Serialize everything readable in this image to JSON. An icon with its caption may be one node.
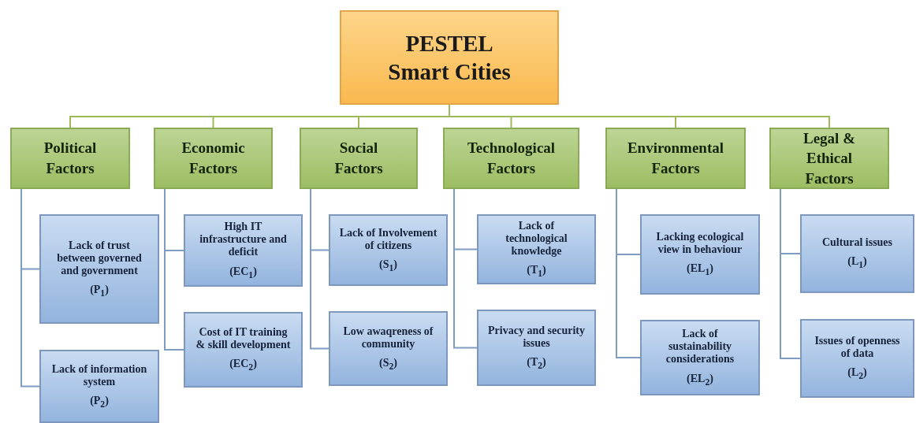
{
  "diagram": {
    "nodes": [
      {
        "text": [
          "PESTEL Smart Cities"
        ]
      },
      {
        "text": [
          "Political Factors"
        ]
      },
      {
        "text": [
          "Lack of trust between governed and government",
          "(P$_{1}$)"
        ]
      },
      {
        "text": [
          "Lack of information system",
          "(P$_{2}$)"
        ]
      },
      {
        "text": [
          "Economic Factors"
        ]
      },
      {
        "text": [
          "High IT infrastructure and deficit",
          "(EC$_{1}$)"
        ]
      },
      {
        "text": [
          "Cost of IT training & skill development",
          "(EC$_{2}$)"
        ]
      },
      {
        "text": [
          "Social Factors"
        ]
      },
      {
        "text": [
          "Lack of Involvement of citizens",
          "(S$_{1}$)"
        ]
      },
      {
        "text": [
          "Low awaqreness of community",
          "(S$_{2}$)"
        ]
      },
      {
        "text": [
          "Technological Factors"
        ]
      },
      {
        "text": [
          "Lack of technological knowledge",
          "(T$_{1}$)"
        ]
      },
      {
        "text": [
          "Privacy and security issues",
          "(T$_{2}$)"
        ]
      },
      {
        "text": [
          "Environmental Factors"
        ]
      },
      {
        "text": [
          "Lacking ecological view in behaviour",
          "(EL$_{1}$)"
        ]
      },
      {
        "text": [
          "Lack of sustainability considerations",
          "(EL$_{2}$)"
        ]
      },
      {
        "text": [
          "Legal & Ethical Factors"
        ]
      },
      {
        "text": [
          "Cultural issues",
          "(L$_{1}$)"
        ]
      },
      {
        "text": [
          "Issues of openness of data",
          "(L$_{2}$)"
        ]
      }
    ],
    "edges": [
      {
        "from": 0,
        "to": 1,
        "arrow": "none",
        "color": "#9bbb59"
      },
      {
        "from": 0,
        "to": 4,
        "arrow": "none",
        "color": "#9bbb59"
      },
      {
        "from": 0,
        "to": 7,
        "arrow": "none",
        "color": "#9bbb59"
      },
      {
        "from": 0,
        "to": 10,
        "arrow": "none",
        "color": "#9bbb59"
      },
      {
        "from": 0,
        "to": 13,
        "arrow": "none",
        "color": "#9bbb59"
      },
      {
        "from": 0,
        "to": 16,
        "arrow": "none",
        "color": "#9bbb59"
      },
      {
        "from": 1,
        "to": 2,
        "arrow": "none"
      },
      {
        "from": 1,
        "to": 3,
        "arrow": "none"
      },
      {
        "from": 4,
        "to": 5,
        "arrow": "none"
      },
      {
        "from": 4,
        "to": 6,
        "arrow": "none"
      },
      {
        "from": 7,
        "to": 8,
        "arrow": "none"
      },
      {
        "from": 7,
        "to": 9,
        "arrow": "none"
      },
      {
        "from": 10,
        "to": 11,
        "arrow": "none"
      },
      {
        "from": 10,
        "to": 12,
        "arrow": "none"
      },
      {
        "from": 13,
        "to": 14,
        "arrow": "none"
      },
      {
        "from": 13,
        "to": 15,
        "arrow": "none"
      },
      {
        "from": 16,
        "to": 17,
        "arrow": "none"
      },
      {
        "from": 16,
        "to": 18,
        "arrow": "none"
      }
    ]
  }
}
